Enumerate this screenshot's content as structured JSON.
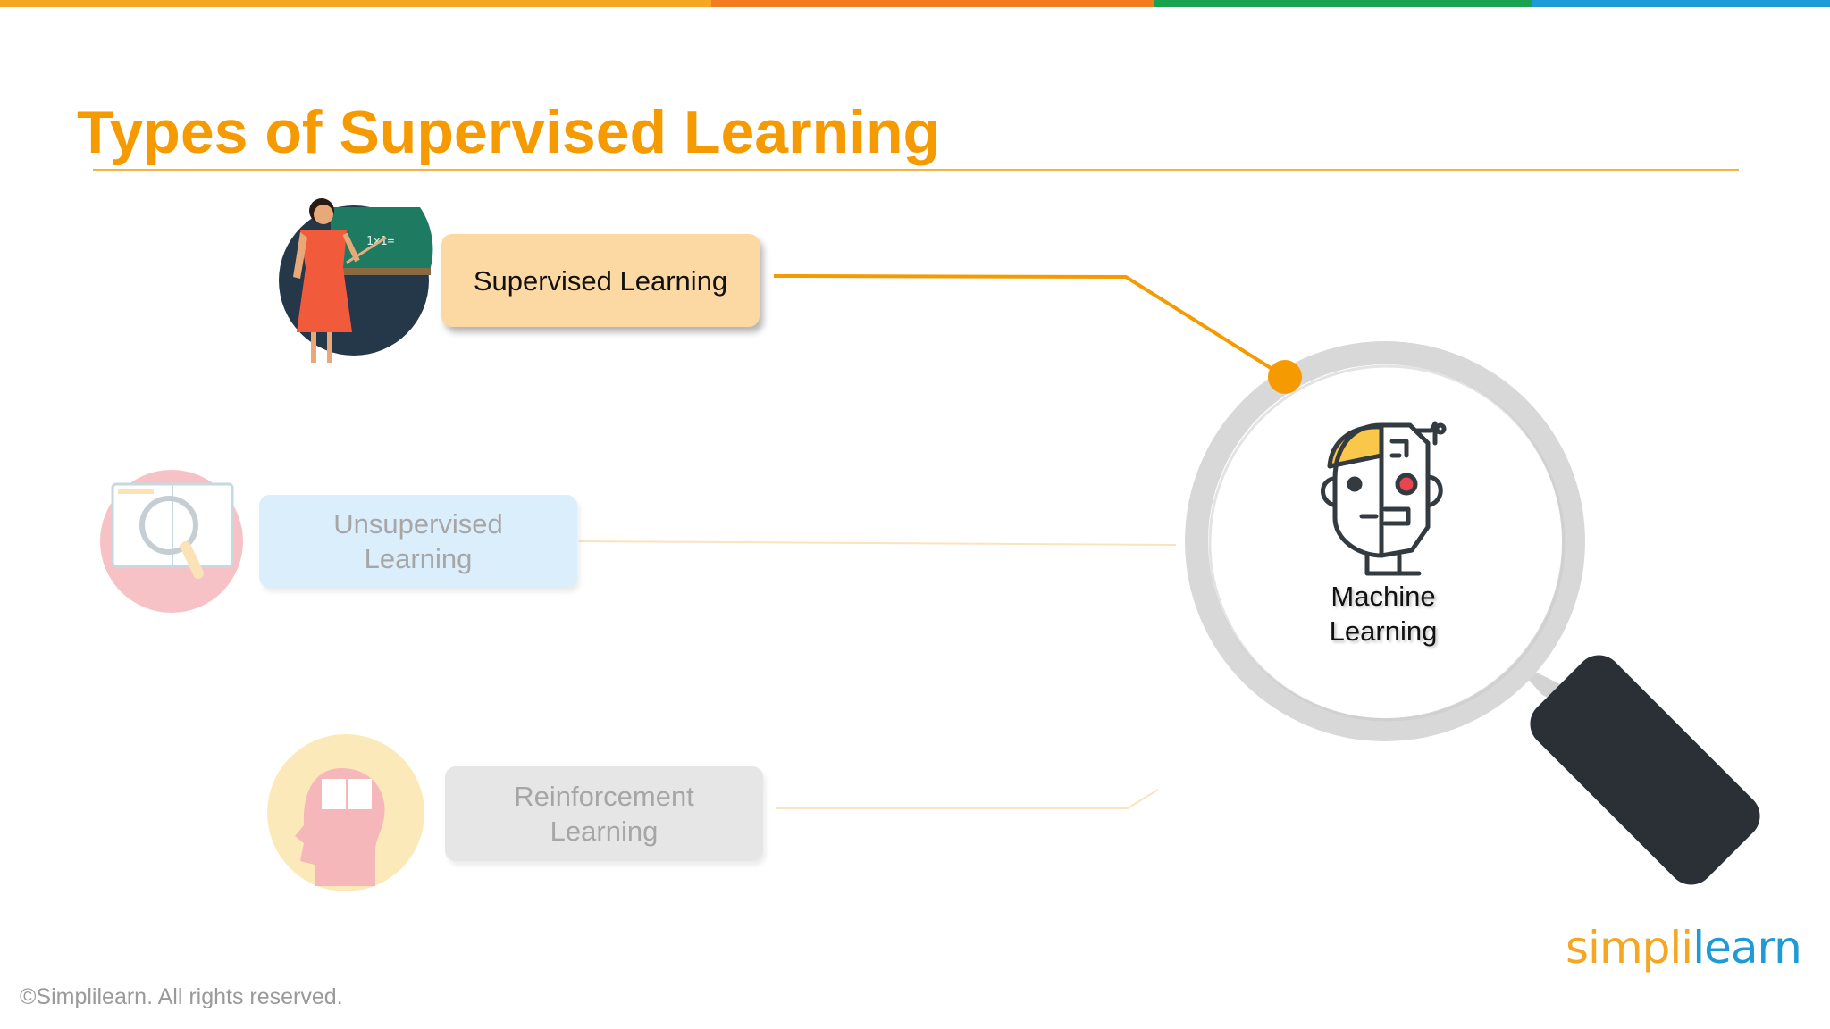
{
  "slide": {
    "title": "Types of Supervised Learning",
    "top_bar_colors": [
      "#f5a623",
      "#f47b20",
      "#1aa251",
      "#1e9ad6"
    ]
  },
  "colors": {
    "accent": "#f59a00",
    "supervised_box": "#fcd8a2",
    "unsupervised_box": "#daeefb",
    "reinforcement_box": "#e6e6e6",
    "magnifier_handle": "#2a3035",
    "magnifier_ring": "#d8d8d8"
  },
  "nodes": {
    "supervised": {
      "label": "Supervised Learning",
      "icon": "teacher-at-blackboard-icon"
    },
    "unsupervised": {
      "label_line1": "Unsupervised",
      "label_line2": "Learning",
      "icon": "book-with-magnifier-icon"
    },
    "reinforcement": {
      "label_line1": "Reinforcement",
      "label_line2": "Learning",
      "icon": "head-with-book-icon"
    }
  },
  "center": {
    "label_line1": "Machine",
    "label_line2": "Learning",
    "icon": "half-human-half-robot-head-icon",
    "container_icon": "magnifying-glass-icon"
  },
  "footer": {
    "copyright": "©Simplilearn. All rights reserved."
  },
  "logo": {
    "part1": "simpl",
    "part2": "i",
    "part3": "learn"
  }
}
